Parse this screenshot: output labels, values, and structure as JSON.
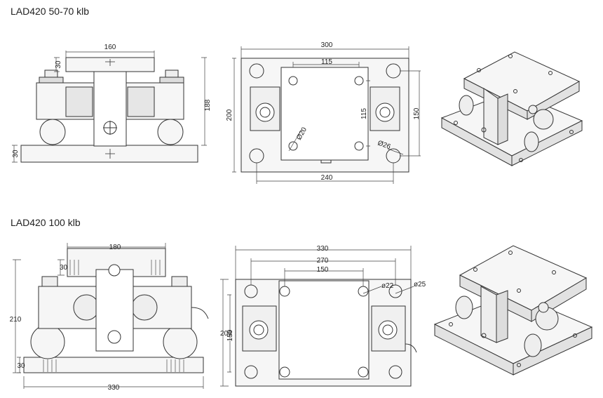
{
  "titles": {
    "top": "LAD420 50-70 klb",
    "bottom": "LAD420 100 klb"
  },
  "top": {
    "side": {
      "width": "160",
      "cap": "30",
      "height": "188",
      "base": "30"
    },
    "plan": {
      "overall_width": "300",
      "inner": "115",
      "overall_height": "200",
      "inner_v": "115",
      "hole_span_v": "150",
      "hole_span_h": "240",
      "dia_small": "Ø20",
      "dia_large": "Ø26"
    }
  },
  "bottom": {
    "side": {
      "width": "180",
      "cap": "30",
      "height": "210",
      "base": "30",
      "base_width": "330"
    },
    "plan": {
      "overall_width": "330",
      "span_270": "270",
      "span_150": "150",
      "dia_small": "ø22",
      "dia_large": "ø25",
      "overall_height": "200",
      "inner_v": "150"
    }
  },
  "colors": {
    "line": "#333333",
    "dim": "#444444",
    "fill": "#f4f4f4",
    "shade": "#d8d8d8"
  }
}
